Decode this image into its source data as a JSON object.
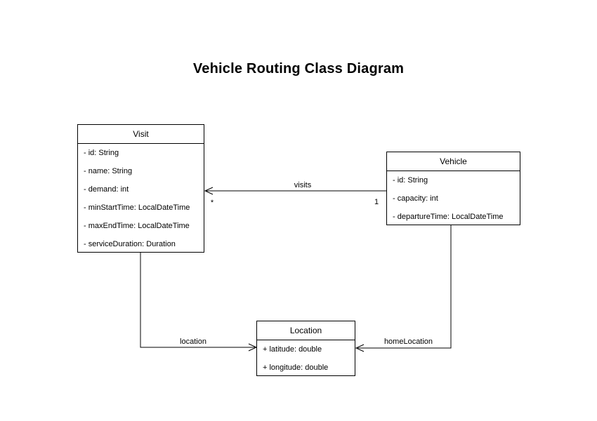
{
  "title": "Vehicle Routing Class Diagram",
  "classes": {
    "visit": {
      "name": "Visit",
      "attributes": [
        "- id: String",
        "- name: String",
        "- demand: int",
        "- minStartTime: LocalDateTime",
        "- maxEndTime: LocalDateTime",
        "- serviceDuration: Duration"
      ]
    },
    "vehicle": {
      "name": "Vehicle",
      "attributes": [
        "- id: String",
        "- capacity: int",
        "- departureTime: LocalDateTime"
      ]
    },
    "location": {
      "name": "Location",
      "attributes": [
        "+ latitude: double",
        "+ longitude: double"
      ]
    }
  },
  "relations": {
    "visits": {
      "label": "visits",
      "source_multiplicity": "1",
      "target_multiplicity": "*"
    },
    "location": {
      "label": "location"
    },
    "homeLocation": {
      "label": "homeLocation"
    }
  },
  "colors": {
    "stroke": "#000000",
    "fill": "#ffffff",
    "text": "#000000"
  }
}
